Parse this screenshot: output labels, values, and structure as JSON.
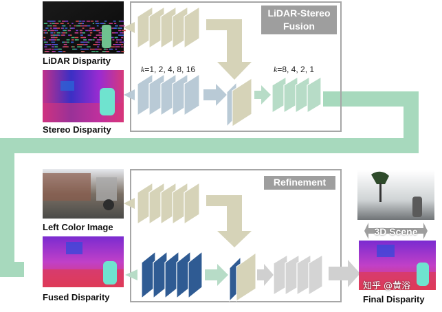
{
  "sections": {
    "fusion_title": "LiDAR-Stereo",
    "fusion_title_line2": "Fusion",
    "refinement_title": "Refinement",
    "scene_title": "3D Scene"
  },
  "labels": {
    "lidar": "LiDAR Disparity",
    "stereo": "Stereo Disparity",
    "left_color": "Left Color Image",
    "fused": "Fused Disparity",
    "final": "Final Disparity"
  },
  "dilations": {
    "encoder_prefix": "k",
    "encoder_values": "=1, 2, 4, 8, 16",
    "decoder_prefix": "k",
    "decoder_values": "=8, 4, 2, 1"
  },
  "watermark": "知乎 @黄浴",
  "colors": {
    "frame": "#a6a6a6",
    "beige": "#d6d3b8",
    "blue_grey": "#b9cad6",
    "mint": "#b7dcc7",
    "green_band": "#a7d9bd",
    "dark_blue": "#2f5b93",
    "tag": "#9e9e9e"
  }
}
